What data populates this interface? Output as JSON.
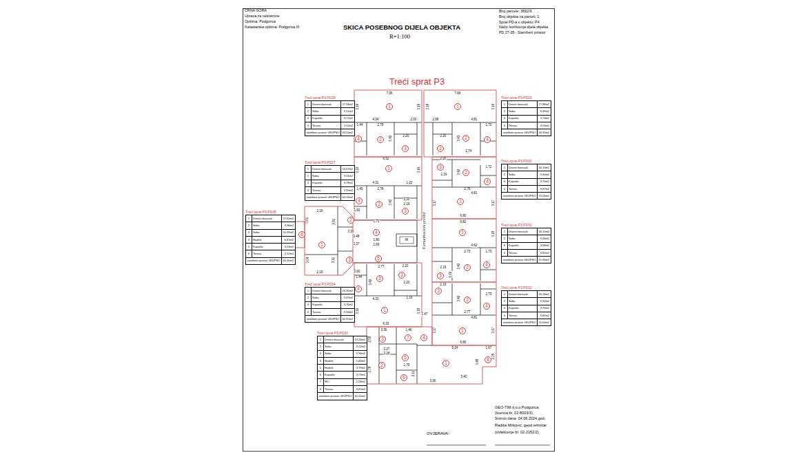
{
  "diagram": {
    "title": "SKICA POSEBNOG DIJELA OBJEKTA",
    "nodes": [
      {
        "text": [
          "Treći sprat P3.PD28",
          "1",
          "Dnevni boravak",
          "27,58m2",
          "2",
          "Soba",
          "9,51m2",
          "3",
          "Kupatilo",
          "3,72m2",
          "4",
          "Terasa",
          "2,52m2",
          "stambeni prostor UKUPNO",
          "43,54m2"
        ]
      },
      {
        "text": [
          "Treći sprat P3.PD29",
          "1",
          "Dnevni boravak",
          "27,86m2",
          "2",
          "Soba",
          "9,49m2",
          "3",
          "Kupatilo",
          "3,74m2",
          "4",
          "Terasa",
          "3,53m2",
          "stambeni prostor UKUPNO",
          "44,90m2"
        ]
      },
      {
        "text": [
          "Treći sprat P3.PD27",
          "1",
          "Dnevni boravak",
          "24,57m2",
          "2",
          "Soba",
          "9,51m2",
          "3",
          "Kupatilo",
          "3,78m2",
          "4",
          "Terasa",
          "2,59m2",
          "stambeni prostor UKUPNO",
          "40,53m2"
        ]
      },
      {
        "text": [
          "Treći sprat P3.PD30",
          "1",
          "Dnevni boravak",
          "30,10m2",
          "2",
          "Soba",
          "9,40m2",
          "3",
          "Kupatilo",
          "3,70m2",
          "4",
          "Terasa",
          "3,87m2",
          "stambeni prostor UKUPNO",
          "52,06m2"
        ]
      },
      {
        "text": [
          "Treći sprat P3.PD35",
          "1",
          "Dnevni boravak",
          "27,60m2",
          "2",
          "Soba",
          "9,36m2",
          "3",
          "Soba",
          "10,39m2",
          "4",
          "Hodnik",
          "6,67m2",
          "5",
          "Kupatilo",
          "3,53m2",
          "6",
          "Terasa",
          "2,52m2",
          "stambeni prostor UKUPNO",
          "60,30m2"
        ]
      },
      {
        "text": [
          "Treći sprat P3.PD31",
          "1",
          "Dnevni boravak",
          "30,10m2",
          "2",
          "Soba",
          "9,34m2",
          "3",
          "Kupatilo",
          "3,68m2",
          "4",
          "Terasa",
          "3,82m2",
          "stambeni prostor UKUPNO",
          "51,96m2"
        ]
      },
      {
        "text": [
          "Treći sprat P3.PD34",
          "1",
          "Dnevni boravak",
          "24,35m2",
          "2",
          "Soba",
          "9,47m2",
          "3",
          "Kupatilo",
          "3,76m2",
          "4",
          "Terasa",
          "2,56m2",
          "stambeni prostor UKUPNO",
          "40,92m2"
        ]
      },
      {
        "text": [
          "Treći sprat P3.PD32",
          "1",
          "Dnevni boravak",
          "30,16m2",
          "2",
          "Soba",
          "9,32m2",
          "3",
          "Kupatilo",
          "3,76m2",
          "4",
          "Terasa",
          "3,82m2",
          "stambeni prostor UKUPNO",
          "50,00m2"
        ]
      },
      {
        "text": [
          "Treći sprat P3.PD33",
          "1",
          "Dnevni boravak",
          "24,24m2",
          "2",
          "Soba",
          "9,12m2",
          "3",
          "Soba",
          "9,96m2",
          "4",
          "Hodnik",
          "5,63m2",
          "5",
          "Hodnik",
          "3,79m2",
          "6",
          "Kupatilo",
          "3,79m2",
          "7",
          "WC",
          "2,28m2",
          "8",
          "Terasa",
          "3,62m2",
          "stambeni prostor UKUPNO",
          "61,02m2"
        ]
      },
      {
        "text": [
          "1"
        ]
      },
      {
        "text": [
          "2"
        ]
      },
      {
        "text": [
          "3"
        ]
      },
      {
        "text": [
          "4"
        ]
      },
      {
        "text": [
          "1"
        ]
      },
      {
        "text": [
          "2"
        ]
      },
      {
        "text": [
          "3"
        ]
      },
      {
        "text": [
          "4"
        ]
      },
      {
        "text": [
          "1"
        ]
      },
      {
        "text": [
          "2"
        ]
      },
      {
        "text": [
          "3"
        ]
      },
      {
        "text": [
          "4"
        ]
      },
      {
        "text": [
          "3"
        ]
      },
      {
        "text": [
          "2"
        ]
      },
      {
        "text": [
          "4"
        ]
      },
      {
        "text": [
          "1"
        ]
      },
      {
        "text": [
          "1"
        ]
      },
      {
        "text": [
          "2"
        ]
      },
      {
        "text": [
          "3"
        ]
      },
      {
        "text": [
          "4"
        ]
      },
      {
        "text": [
          "5"
        ]
      },
      {
        "text": [
          "6"
        ]
      },
      {
        "text": [
          "1"
        ]
      },
      {
        "text": [
          "2"
        ]
      },
      {
        "text": [
          "3"
        ]
      },
      {
        "text": [
          "4"
        ]
      },
      {
        "text": [
          "2"
        ]
      },
      {
        "text": [
          "3"
        ]
      },
      {
        "text": [
          "4"
        ]
      },
      {
        "text": [
          "1"
        ]
      },
      {
        "text": [
          "3"
        ]
      },
      {
        "text": [
          "2"
        ]
      },
      {
        "text": [
          "4"
        ]
      },
      {
        "text": [
          "1"
        ]
      },
      {
        "text": [
          "3"
        ]
      },
      {
        "text": [
          "7"
        ]
      },
      {
        "text": [
          "4"
        ]
      },
      {
        "text": [
          "2"
        ]
      },
      {
        "text": [
          "5"
        ]
      },
      {
        "text": [
          "6"
        ]
      },
      {
        "text": [
          "1"
        ]
      },
      {
        "text": [
          "8"
        ]
      }
    ],
    "labels": [
      "CRNA GORA",
      "Uprava za nekretnine",
      "Opština: Podgorica",
      "Katastarska opština: Podgorica III",
      "R=1:100",
      "Broj parcele: 3692/9",
      "Broj objekta na parceli: 1",
      "Sprat PD-a u objektu: P4",
      "Način korišćenja dijela objekta",
      "PD 27-35 - Stambeni prostor",
      "Treći sprat P3",
      "Komunikacioni prostor",
      "lift",
      "GEO-TIM d.o.o.Podgorica",
      "(licenca br. 02-8003/3)",
      "Snimio dana: 04.06.2024.god.",
      "Radiša Mirković, geod.tehničar",
      "(ovlašćenje br. 02-2152/2)",
      "OVJERAVA:",
      "7,36",
      "7,69",
      "3,19",
      "3,18",
      "3,16",
      "3,19",
      "4,34",
      "2,03",
      "2,08",
      "4,81",
      "1,44",
      "1,70",
      "2,78",
      "2,20",
      "2,20",
      "5,42",
      "3,43",
      "2,74",
      "6,52",
      "2,20",
      "3,19",
      "3,19",
      "4,31",
      "1,22",
      "1,45",
      "2,78",
      "3,42",
      "2,20",
      "2,19",
      "2,19",
      "1,72",
      "3,42",
      "2,75",
      "4,81",
      "3,17",
      "3,17",
      "6,80",
      "6,82",
      "3,18",
      "4,62",
      "2,73",
      "1,73",
      "3,42",
      "2,19",
      "1,66",
      "2,19",
      "3,42",
      "2,77",
      "1,73",
      "4,81",
      "3,17",
      "3,17",
      "6,80",
      "2,77",
      "2,20",
      "1,44",
      "2,20",
      "3,42",
      "1,19",
      "4,33",
      "3,18",
      "3,19",
      "6,33",
      "1,47",
      "3,36",
      "1,46",
      "5,24",
      "1,67",
      "3,48",
      "2,25",
      "2,58",
      "3,27",
      "3,28",
      "2,78",
      "1,79",
      "3,36",
      "3,40",
      "2,11",
      "2,19",
      "0,61",
      "1,93",
      "2,81",
      "3,30",
      "2,48",
      "2,37",
      "3,11",
      "3,04",
      "2,19",
      "1,71",
      "1,80",
      "1,69",
      "2,00"
    ]
  }
}
